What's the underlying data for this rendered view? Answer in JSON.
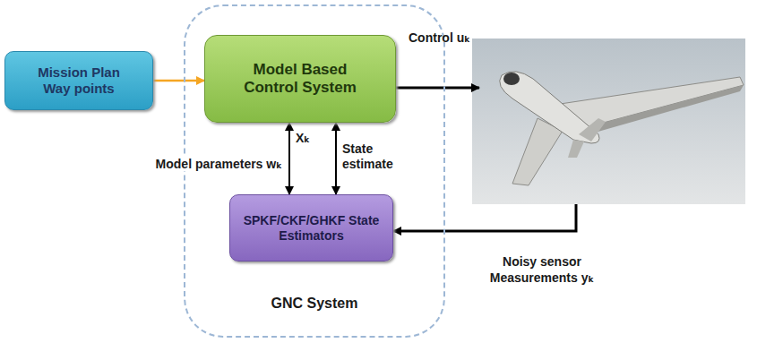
{
  "diagram": {
    "nodes": [
      {
        "text": [
          "Mission Plan Way points"
        ]
      },
      {
        "text": [
          "GNC System"
        ]
      },
      {
        "text": [
          "Model Based Control System"
        ],
        "in": 1
      },
      {
        "text": [
          "SPKF/CKF/GHKF State Estimators"
        ],
        "in": 1
      }
    ],
    "edges": [
      {
        "from": 0,
        "to": 2,
        "arrow": "to"
      },
      {
        "from": 2,
        "to": 3,
        "arrow": "both",
        "label": "Model parameters wₖ"
      },
      {
        "from": 3,
        "to": 2,
        "arrow": "both",
        "label": "State estimate"
      }
    ],
    "labels": [
      "Xₖ",
      "Control uₖ",
      "Noisy sensor Measurements yₖ"
    ]
  }
}
